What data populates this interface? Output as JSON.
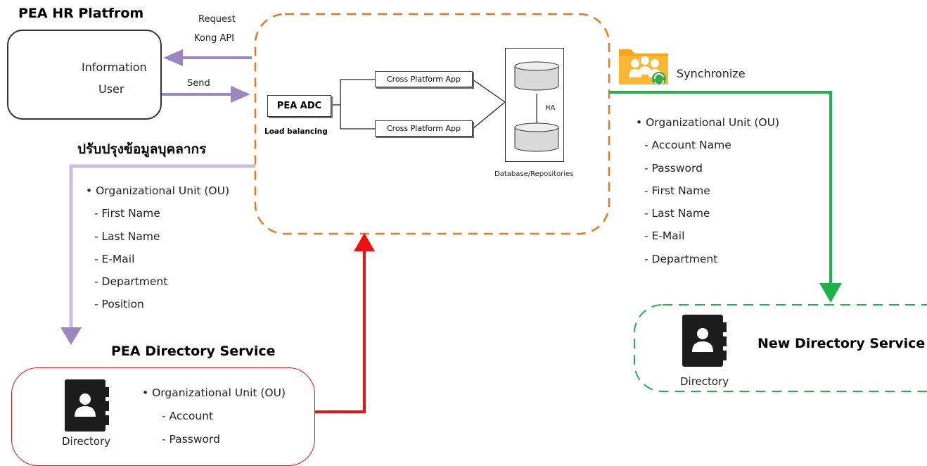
{
  "hr_platform": {
    "title": "PEA HR Platfrom",
    "user_label_1": "Information",
    "user_label_2": "User"
  },
  "arrows": {
    "request_label_1": "Request",
    "request_label_2": "Kong API",
    "send_label": "Send",
    "synchronize_label": "Synchronize"
  },
  "center": {
    "adc_label": "PEA ADC",
    "load_balancing_label": "Load balancing",
    "app_1_label": "Cross Platform App",
    "app_2_label": "Cross Platform App",
    "ha_label": "HA",
    "database_label": "Database/Repositories"
  },
  "update_section": {
    "heading": "ปรับปรุงข้อมูลบุคลากร",
    "items": [
      "• Organizational Unit (OU)",
      "- First Name",
      "- Last Name",
      "- E-Mail",
      "- Department",
      "- Position"
    ]
  },
  "sync_section": {
    "items": [
      "• Organizational Unit (OU)",
      "- Account Name",
      "- Password",
      "- First Name",
      "- Last Name",
      "- E-Mail",
      "- Department"
    ]
  },
  "pea_directory": {
    "title": "PEA Directory Service",
    "directory_label": "Directory",
    "items": [
      "• Organizational Unit (OU)",
      "- Account",
      "- Password"
    ]
  },
  "new_directory": {
    "title": "New Directory Service",
    "directory_label": "Directory"
  },
  "colors": {
    "orange_dashed": "#e87722",
    "purple_arrow": "#9b87c0",
    "purple_line": "#c9bfdc",
    "green_arrow": "#1fb24a",
    "red_arrow": "#ee1111"
  }
}
